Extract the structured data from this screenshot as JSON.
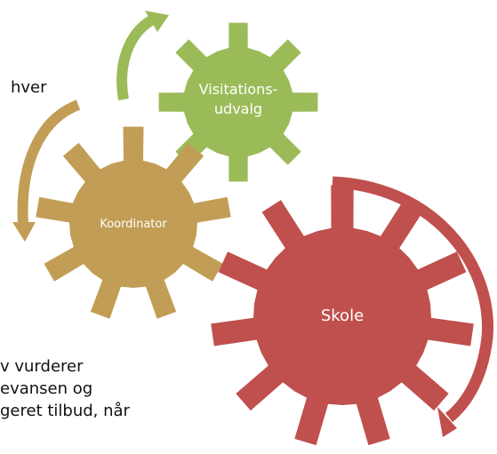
{
  "text_fragments": {
    "top_right": "hver",
    "bottom_lines": [
      "v vurderer",
      "evansen og",
      "geret tilbud, når"
    ]
  },
  "gears": [
    {
      "id": "visitation",
      "lines": [
        "Visitations-",
        "udvalg"
      ],
      "color": "#9bbb59"
    },
    {
      "id": "koordinator",
      "lines": [
        "Koordinator"
      ],
      "color": "#c29d55"
    },
    {
      "id": "skole",
      "lines": [
        "Skole"
      ],
      "color": "#c0504d"
    }
  ],
  "arrows": [
    {
      "id": "arrow-green",
      "color": "#9bbb59"
    },
    {
      "id": "arrow-tan",
      "color": "#c29d55"
    },
    {
      "id": "arrow-red",
      "color": "#c0504d"
    }
  ]
}
